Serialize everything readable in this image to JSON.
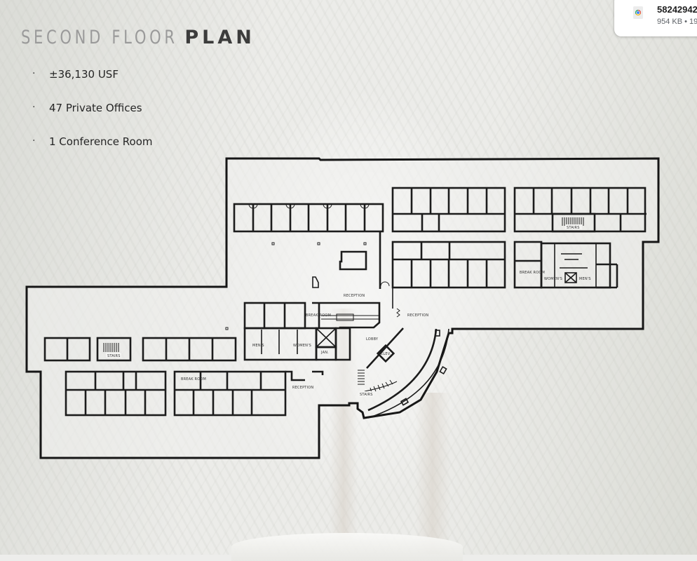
{
  "slide": {
    "title_light": "SECOND FLOOR",
    "title_bold": "PLAN",
    "bullet_glyph": "·",
    "bullets": [
      "±36,130 USF",
      "47 Private Offices",
      "1 Conference Room"
    ]
  },
  "floor_plan": {
    "labels": {
      "reception_top": "RECEPTION",
      "reception_right": "RECEPTION",
      "reception_left": "RECEPTION",
      "lobby": "LOBBY",
      "elevator": "ELEV.",
      "stairs_right": "STAIRS",
      "stairs_left": "STAIRS",
      "stairs_center": "STAIRS",
      "break_room_right": "BREAK ROOM",
      "break_room_center": "BREAK ROOM",
      "break_room_left": "BREAK ROOM",
      "womens_right": "WOMEN'S",
      "mens_right": "MEN'S",
      "mens_center": "MEN'S",
      "womens_center": "WOMEN'S",
      "janitor": "JAN."
    }
  },
  "download_notification": {
    "file_name": "58242942",
    "file_meta": "954 KB • 19",
    "icon": "chrome-file-icon"
  },
  "colors": {
    "background": "#ecece9",
    "wall": "#1c1c1c",
    "title_light": "#9a9a9a",
    "title_bold": "#3c3c3c",
    "text": "#262626"
  }
}
